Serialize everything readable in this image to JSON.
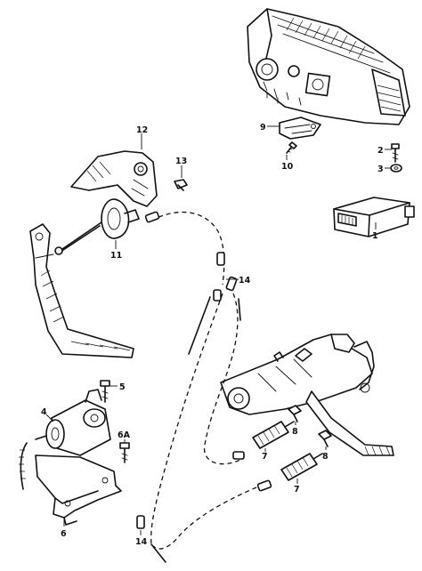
{
  "callouts": {
    "c1": "1",
    "c2": "2",
    "c3": "3",
    "c4": "4",
    "c5": "5",
    "c6": "6",
    "c6a": "6A",
    "c7a": "7",
    "c7b": "7",
    "c8a": "8",
    "c8b": "8",
    "c9": "9",
    "c10": "10",
    "c11": "11",
    "c12": "12",
    "c13": "13",
    "c14a": "14",
    "c14b": "14"
  }
}
